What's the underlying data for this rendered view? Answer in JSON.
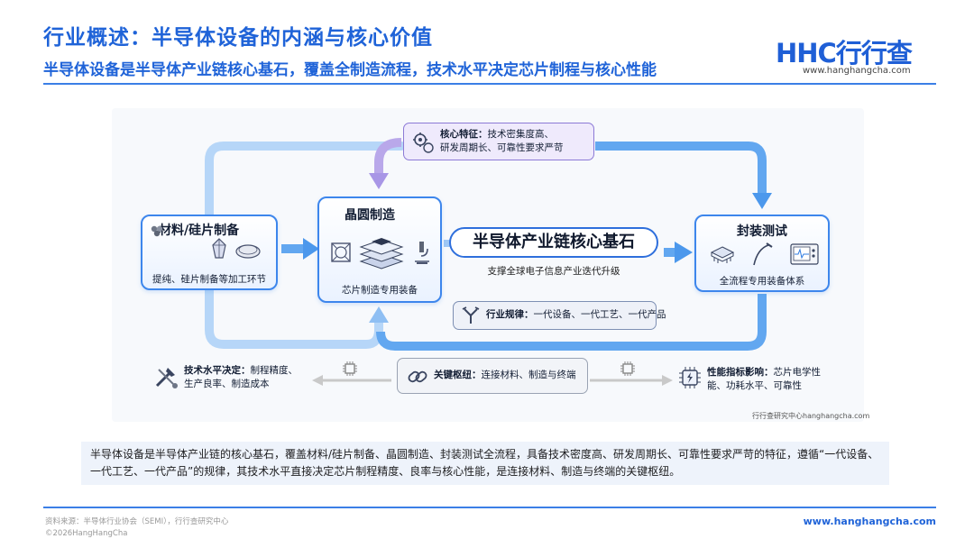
{
  "header": {
    "title": "行业概述：半导体设备的内涵与核心价值",
    "subtitle": "半导体设备是半导体产业链核心基石，覆盖全制造流程，技术水平决定芯片制程与核心性能",
    "logo_text": "HHC行行查",
    "logo_url": "www.hanghangcha.com"
  },
  "diagram": {
    "nodes": {
      "materials": {
        "title": "材料/硅片制备",
        "subtitle": "提纯、硅片制备等加工环节",
        "icons": [
          "pellets-icon",
          "crystal-icon",
          "wafer-icon"
        ]
      },
      "wafer_fab": {
        "title": "晶圆制造",
        "subtitle": "芯片制造专用装备",
        "icons": [
          "lithography-icon",
          "chip-stack-icon",
          "microscope-icon"
        ]
      },
      "packaging": {
        "title": "封装测试",
        "subtitle": "全流程专用装备体系",
        "icons": [
          "chip-icon",
          "probe-icon",
          "oscilloscope-icon"
        ]
      }
    },
    "center": {
      "title": "半导体产业链核心基石",
      "subtitle": "支撑全球电子信息产业迭代升级"
    },
    "core_feature": {
      "label": "核心特征：",
      "text_line1": "技术密集度高、",
      "text_line2": "研发周期长、可靠性要求严苛",
      "icon": "gears-icon"
    },
    "industry_rule": {
      "label": "行业规律：",
      "text": "一代设备、一代工艺、一代产品",
      "icon": "branch-icon"
    },
    "key_hub": {
      "label": "关键枢纽：",
      "text": "连接材料、制造与终端",
      "icon": "link-icon"
    },
    "tech_level": {
      "label": "技术水平决定：",
      "text_line1": "制程精度、",
      "text_line2": "生产良率、制造成本",
      "icon": "tools-icon"
    },
    "performance": {
      "label": "性能指标影响：",
      "text_line1": "芯片电学性",
      "text_line2": "能、功耗水平、可靠性",
      "icon": "power-chip-icon"
    },
    "watermark": "行行查研究中心hanghangcha.com",
    "colors": {
      "arrow": "#5aa3ef",
      "arrow_light": "#a9d0f7",
      "purple": "#b9a8ea",
      "box_border": "#3d86ec"
    }
  },
  "summary": "半导体设备是半导体产业链的核心基石，覆盖材料/硅片制备、晶圆制造、封装测试全流程，具备技术密度高、研发周期长、可靠性要求严苛的特征，遵循“一代设备、一代工艺、一代产品”的规律，其技术水平直接决定芯片制程精度、良率与核心性能，是连接材料、制造与终端的关键枢纽。",
  "footer": {
    "source": "资料来源：半导体行业协会（SEMI），行行查研究中心",
    "copyright": "©2026HangHangCha",
    "url": "www.hanghangcha.com"
  }
}
